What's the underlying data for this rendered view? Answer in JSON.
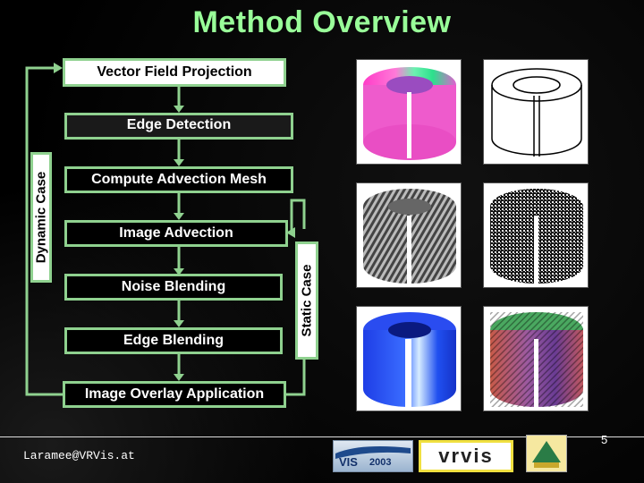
{
  "title": "Method Overview",
  "steps": {
    "vector_field_projection": "Vector Field Projection",
    "edge_detection": "Edge Detection",
    "compute_advection_mesh": "Compute Advection Mesh",
    "image_advection": "Image Advection",
    "noise_blending": "Noise Blending",
    "edge_blending": "Edge Blending",
    "image_overlay_application": "Image Overlay Application"
  },
  "dynamic_case": "Dynamic Case",
  "static_case": "Static Case",
  "footer": {
    "email": "Laramee@VRVis.at",
    "page_number": "5",
    "logo_vis": "VIS",
    "logo_vis_year": "2003",
    "logo_vrvis": "vrvis"
  },
  "colors": {
    "title": "#99ff99",
    "box_border": "#8fd18f",
    "connector": "#8fd18f",
    "background": "#000000"
  }
}
